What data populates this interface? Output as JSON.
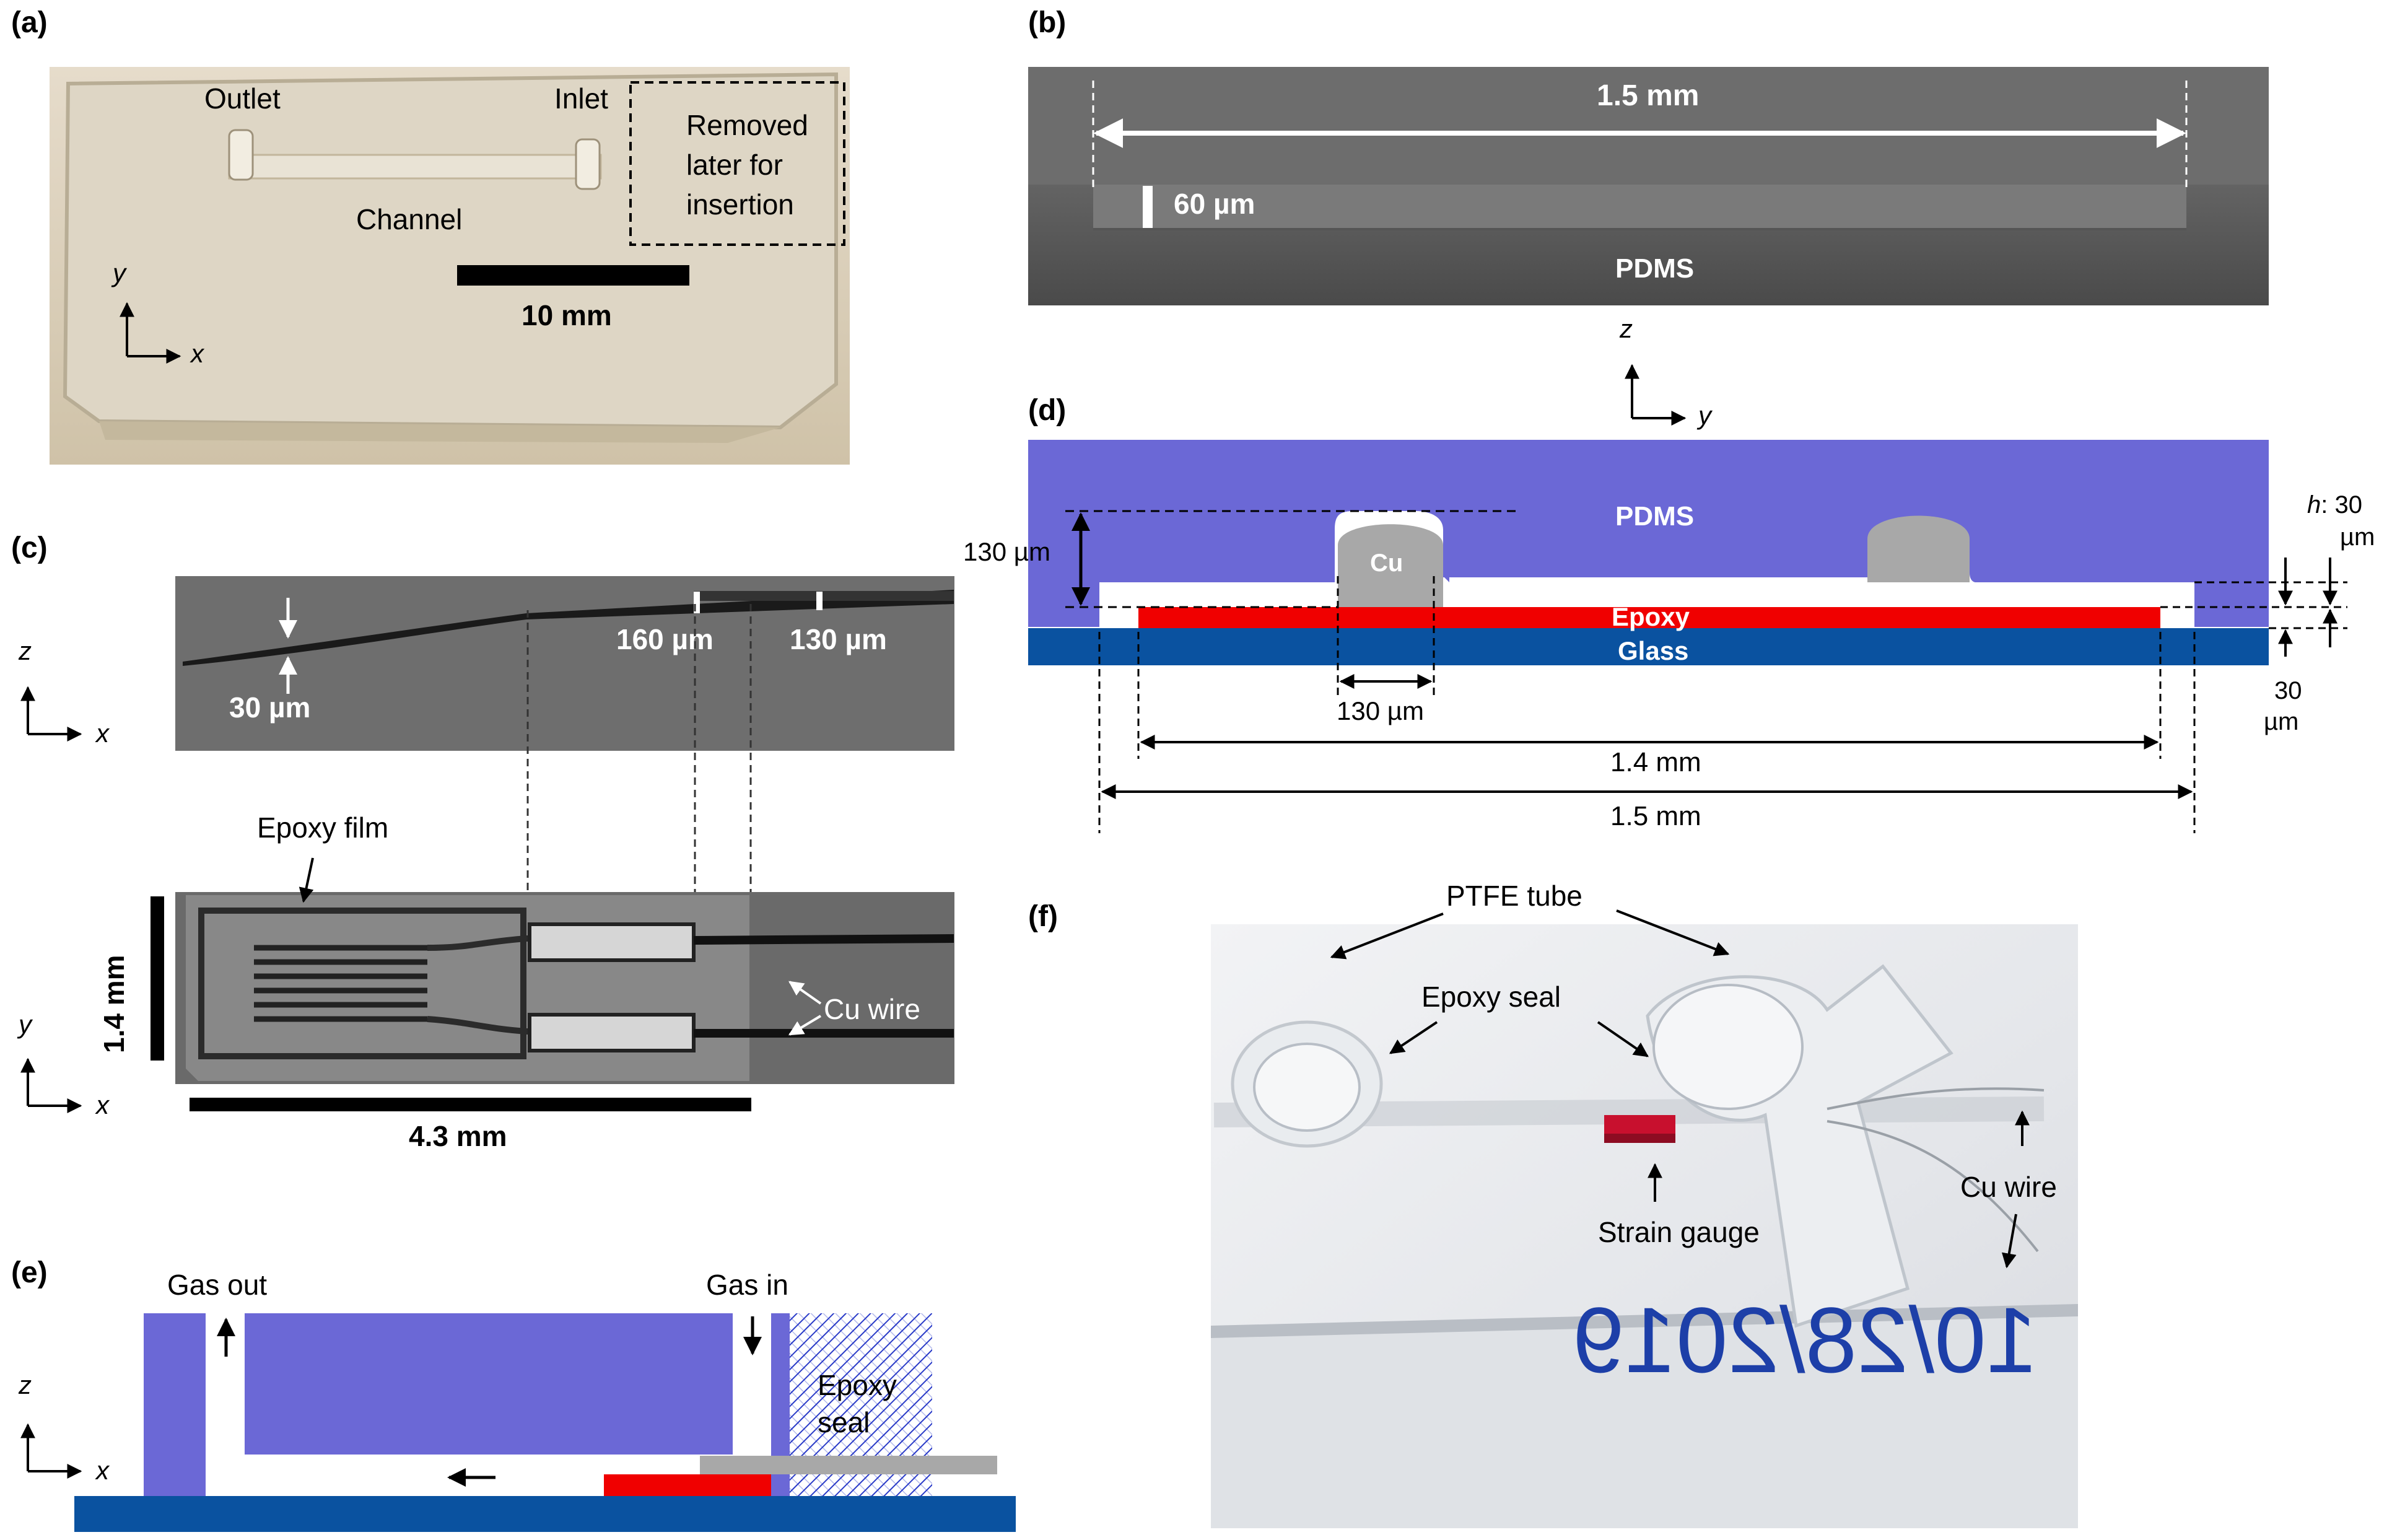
{
  "panel_a": {
    "tag": "(a)",
    "outlet": "Outlet",
    "inlet": "Inlet",
    "channel": "Channel",
    "removed_l1": "Removed",
    "removed_l2": "later for",
    "removed_l3": "insertion",
    "scalebar": "10 mm",
    "axis_y": "y",
    "axis_x": "x"
  },
  "panel_b": {
    "tag": "(b)",
    "width": "1.5 mm",
    "depth": "60 µm",
    "material": "PDMS"
  },
  "panel_c": {
    "tag": "(c)",
    "thickness_thin": "30 µm",
    "thickness_a": "160 µm",
    "thickness_b": "130 µm",
    "epoxy_film": "Epoxy film",
    "height": "1.4 mm",
    "length": "4.3 mm",
    "cu_wire": "Cu wire",
    "axis_z": "z",
    "axis_y": "y",
    "axis_x": "x"
  },
  "panel_d": {
    "tag": "(d)",
    "axis_z": "z",
    "axis_y": "y",
    "pdms": "PDMS",
    "cu": "Cu",
    "epoxy": "Epoxy",
    "glass": "Glass",
    "dim_130_left": "130 µm",
    "dim_130_bottom": "130 µm",
    "dim_14": "1.4 mm",
    "dim_15": "1.5 mm",
    "h_label": "h",
    "h_value": ": 30",
    "h_unit": "µm",
    "dim_30": "30",
    "dim_30_unit": "µm"
  },
  "panel_e": {
    "tag": "(e)",
    "gas_out": "Gas out",
    "gas_in": "Gas in",
    "seal_l1": "Epoxy",
    "seal_l2": "seal",
    "axis_z": "z",
    "axis_x": "x"
  },
  "panel_f": {
    "tag": "(f)",
    "ptfe": "PTFE tube",
    "epoxy_seal": "Epoxy seal",
    "strain_gauge": "Strain gauge",
    "cu_wire": "Cu wire",
    "handwriting": "10/28/2019"
  },
  "colors": {
    "pdms_purple": "#6B68D6",
    "epoxy_red": "#F00000",
    "glass_blue": "#0A52A0",
    "cu_gray": "#A8A8A8",
    "seal_hatch": "#2A3BC8"
  }
}
